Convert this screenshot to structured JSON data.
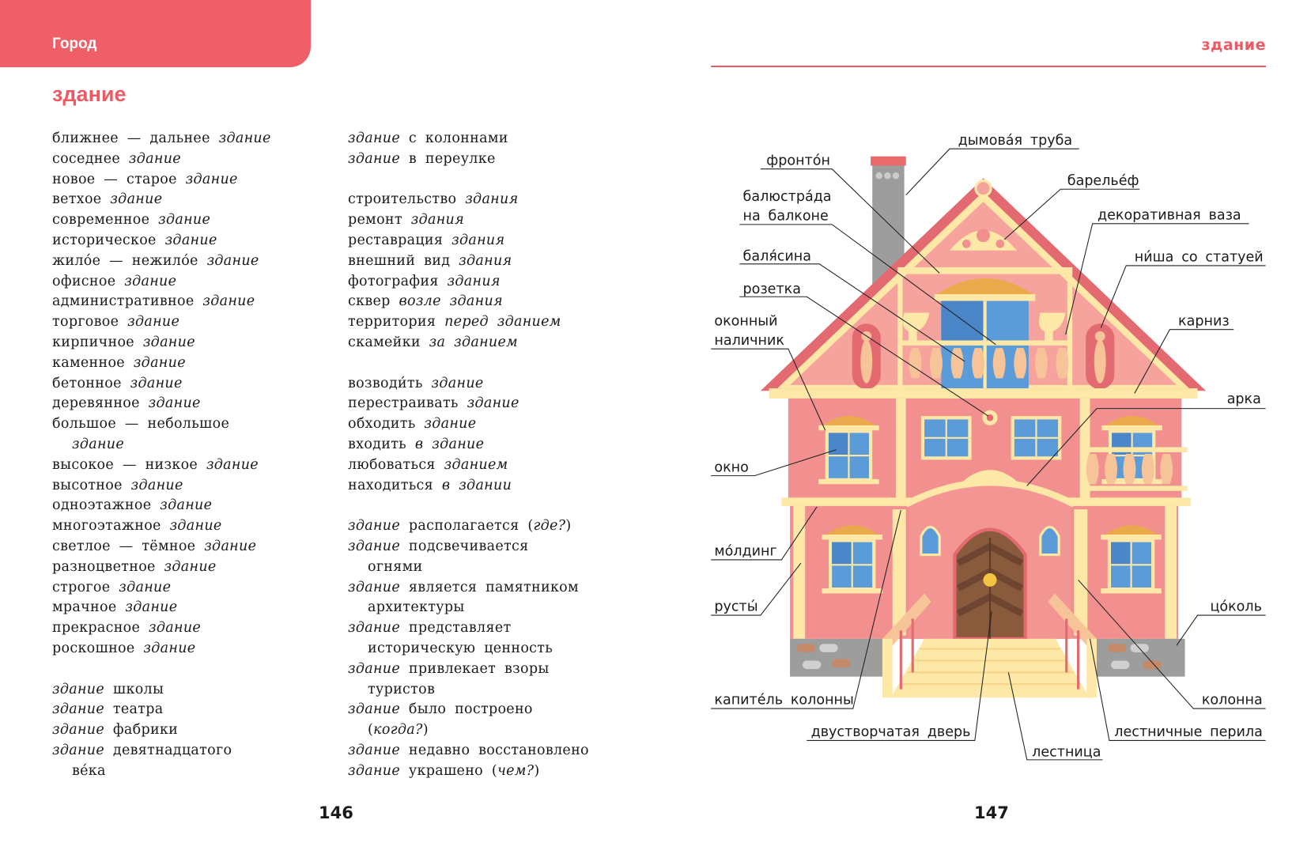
{
  "left_page": {
    "section_tab": "Город",
    "title": "здание",
    "page_number": "146",
    "columns": [
      [
        {
          "s": [
            {
              "t": "ближнее — дальнее "
            },
            {
              "t": "здание",
              "i": 1
            }
          ]
        },
        {
          "s": [
            {
              "t": "соседнее "
            },
            {
              "t": "здание",
              "i": 1
            }
          ]
        },
        {
          "s": [
            {
              "t": "новое — старое "
            },
            {
              "t": "здание",
              "i": 1
            }
          ]
        },
        {
          "s": [
            {
              "t": "ветхое "
            },
            {
              "t": "здание",
              "i": 1
            }
          ]
        },
        {
          "s": [
            {
              "t": "современное "
            },
            {
              "t": "здание",
              "i": 1
            }
          ]
        },
        {
          "s": [
            {
              "t": "историческое "
            },
            {
              "t": "здание",
              "i": 1
            }
          ]
        },
        {
          "s": [
            {
              "t": "жило́е — нежило́е "
            },
            {
              "t": "здание",
              "i": 1
            }
          ]
        },
        {
          "s": [
            {
              "t": "офисное "
            },
            {
              "t": "здание",
              "i": 1
            }
          ]
        },
        {
          "s": [
            {
              "t": "административное "
            },
            {
              "t": "здание",
              "i": 1
            }
          ]
        },
        {
          "s": [
            {
              "t": "торговое "
            },
            {
              "t": "здание",
              "i": 1
            }
          ]
        },
        {
          "s": [
            {
              "t": "кирпичное "
            },
            {
              "t": "здание",
              "i": 1
            }
          ]
        },
        {
          "s": [
            {
              "t": "каменное "
            },
            {
              "t": "здание",
              "i": 1
            }
          ]
        },
        {
          "s": [
            {
              "t": "бетонное "
            },
            {
              "t": "здание",
              "i": 1
            }
          ]
        },
        {
          "s": [
            {
              "t": "деревянное "
            },
            {
              "t": "здание",
              "i": 1
            }
          ]
        },
        {
          "s": [
            {
              "t": "большое — небольшое"
            }
          ]
        },
        {
          "s": [
            {
              "t": "здание",
              "i": 1
            }
          ],
          "ind": 1
        },
        {
          "s": [
            {
              "t": "высокое — низкое "
            },
            {
              "t": "здание",
              "i": 1
            }
          ]
        },
        {
          "s": [
            {
              "t": "высотное "
            },
            {
              "t": "здание",
              "i": 1
            }
          ]
        },
        {
          "s": [
            {
              "t": "одноэтажное "
            },
            {
              "t": "здание",
              "i": 1
            }
          ]
        },
        {
          "s": [
            {
              "t": "многоэтажное "
            },
            {
              "t": "здание",
              "i": 1
            }
          ]
        },
        {
          "s": [
            {
              "t": "светлое — тёмное "
            },
            {
              "t": "здание",
              "i": 1
            }
          ]
        },
        {
          "s": [
            {
              "t": "разноцветное "
            },
            {
              "t": "здание",
              "i": 1
            }
          ]
        },
        {
          "s": [
            {
              "t": "строгое "
            },
            {
              "t": "здание",
              "i": 1
            }
          ]
        },
        {
          "s": [
            {
              "t": "мрачное "
            },
            {
              "t": "здание",
              "i": 1
            }
          ]
        },
        {
          "s": [
            {
              "t": "прекрасное "
            },
            {
              "t": "здание",
              "i": 1
            }
          ]
        },
        {
          "s": [
            {
              "t": "роскошное "
            },
            {
              "t": "здание",
              "i": 1
            }
          ]
        },
        {
          "s": []
        },
        {
          "s": [
            {
              "t": "здание",
              "i": 1
            },
            {
              "t": " школы"
            }
          ]
        },
        {
          "s": [
            {
              "t": "здание",
              "i": 1
            },
            {
              "t": " театра"
            }
          ]
        },
        {
          "s": [
            {
              "t": "здание",
              "i": 1
            },
            {
              "t": " фабрики"
            }
          ]
        },
        {
          "s": [
            {
              "t": "здание",
              "i": 1
            },
            {
              "t": " девятнадцатого"
            }
          ]
        },
        {
          "s": [
            {
              "t": "ве́ка"
            }
          ],
          "ind": 1
        }
      ],
      [
        {
          "s": [
            {
              "t": "здание",
              "i": 1
            },
            {
              "t": " с колоннами"
            }
          ]
        },
        {
          "s": [
            {
              "t": "здание",
              "i": 1
            },
            {
              "t": " в переулке"
            }
          ]
        },
        {
          "s": []
        },
        {
          "s": [
            {
              "t": "строительство "
            },
            {
              "t": "здания",
              "i": 1
            }
          ]
        },
        {
          "s": [
            {
              "t": "ремонт "
            },
            {
              "t": "здания",
              "i": 1
            }
          ]
        },
        {
          "s": [
            {
              "t": "реставрация "
            },
            {
              "t": "здания",
              "i": 1
            }
          ]
        },
        {
          "s": [
            {
              "t": "внешний вид "
            },
            {
              "t": "здания",
              "i": 1
            }
          ]
        },
        {
          "s": [
            {
              "t": "фотография "
            },
            {
              "t": "здания",
              "i": 1
            }
          ]
        },
        {
          "s": [
            {
              "t": "сквер "
            },
            {
              "t": "возле здания",
              "i": 1
            }
          ]
        },
        {
          "s": [
            {
              "t": "территория "
            },
            {
              "t": "перед зданием",
              "i": 1
            }
          ]
        },
        {
          "s": [
            {
              "t": "скамейки "
            },
            {
              "t": "за зданием",
              "i": 1
            }
          ]
        },
        {
          "s": []
        },
        {
          "s": [
            {
              "t": "возводи́ть "
            },
            {
              "t": "здание",
              "i": 1
            }
          ]
        },
        {
          "s": [
            {
              "t": "перестраивать "
            },
            {
              "t": "здание",
              "i": 1
            }
          ]
        },
        {
          "s": [
            {
              "t": "обходить "
            },
            {
              "t": "здание",
              "i": 1
            }
          ]
        },
        {
          "s": [
            {
              "t": "входить "
            },
            {
              "t": "в здание",
              "i": 1
            }
          ]
        },
        {
          "s": [
            {
              "t": "любоваться "
            },
            {
              "t": "зданием",
              "i": 1
            }
          ]
        },
        {
          "s": [
            {
              "t": "находиться "
            },
            {
              "t": "в здании",
              "i": 1
            }
          ]
        },
        {
          "s": []
        },
        {
          "s": [
            {
              "t": "здание",
              "i": 1
            },
            {
              "t": " располагается ("
            },
            {
              "t": "где?",
              "i": 1
            },
            {
              "t": ")"
            }
          ]
        },
        {
          "s": [
            {
              "t": "здание",
              "i": 1
            },
            {
              "t": " подсвечивается"
            }
          ]
        },
        {
          "s": [
            {
              "t": "огнями"
            }
          ],
          "ind": 1
        },
        {
          "s": [
            {
              "t": "здание",
              "i": 1
            },
            {
              "t": " является памятником"
            }
          ]
        },
        {
          "s": [
            {
              "t": "архитектуры"
            }
          ],
          "ind": 1
        },
        {
          "s": [
            {
              "t": "здание",
              "i": 1
            },
            {
              "t": " представляет"
            }
          ]
        },
        {
          "s": [
            {
              "t": "историческую ценность"
            }
          ],
          "ind": 1
        },
        {
          "s": [
            {
              "t": "здание",
              "i": 1
            },
            {
              "t": " привлекает взоры"
            }
          ]
        },
        {
          "s": [
            {
              "t": "туристов"
            }
          ],
          "ind": 1
        },
        {
          "s": [
            {
              "t": "здание",
              "i": 1
            },
            {
              "t": " было построено"
            }
          ]
        },
        {
          "s": [
            {
              "t": "("
            },
            {
              "t": "когда?",
              "i": 1
            },
            {
              "t": ")"
            }
          ],
          "ind": 1
        },
        {
          "s": [
            {
              "t": "здание",
              "i": 1
            },
            {
              "t": " недавно восстановлено"
            }
          ]
        },
        {
          "s": [
            {
              "t": "здание",
              "i": 1
            },
            {
              "t": " украшено ("
            },
            {
              "t": "чем?",
              "i": 1
            },
            {
              "t": ")"
            }
          ]
        }
      ]
    ]
  },
  "right_page": {
    "header": "здание",
    "page_number": "147",
    "labels": {
      "chimney": "дымова́я труба",
      "pediment": "фронто́н",
      "balustrade_1": "балюстра́да",
      "balustrade_2": "на балконе",
      "baluster": "баля́сина",
      "rosette": "розетка",
      "window_casing_1": "оконный",
      "window_casing_2": "наличник",
      "window": "окно",
      "molding": "мо́лдинг",
      "rustication": "русты́",
      "capital": "капите́ль колонны",
      "double_door": "двустворчатая дверь",
      "staircase": "лестница",
      "railing": "лестничные перила",
      "column": "колонна",
      "plinth": "цо́коль",
      "arch": "арка",
      "cornice": "карниз",
      "niche": "ни́ша со статуей",
      "vase": "декоративная ваза",
      "bas_relief": "барелье́ф"
    }
  },
  "colors": {
    "accent": "#f05f68",
    "wall": "#f39593",
    "trim": "#fde8a8",
    "glass": "#5b9bd8",
    "door": "#8a5a3c",
    "stone": "#9d9d9d"
  }
}
